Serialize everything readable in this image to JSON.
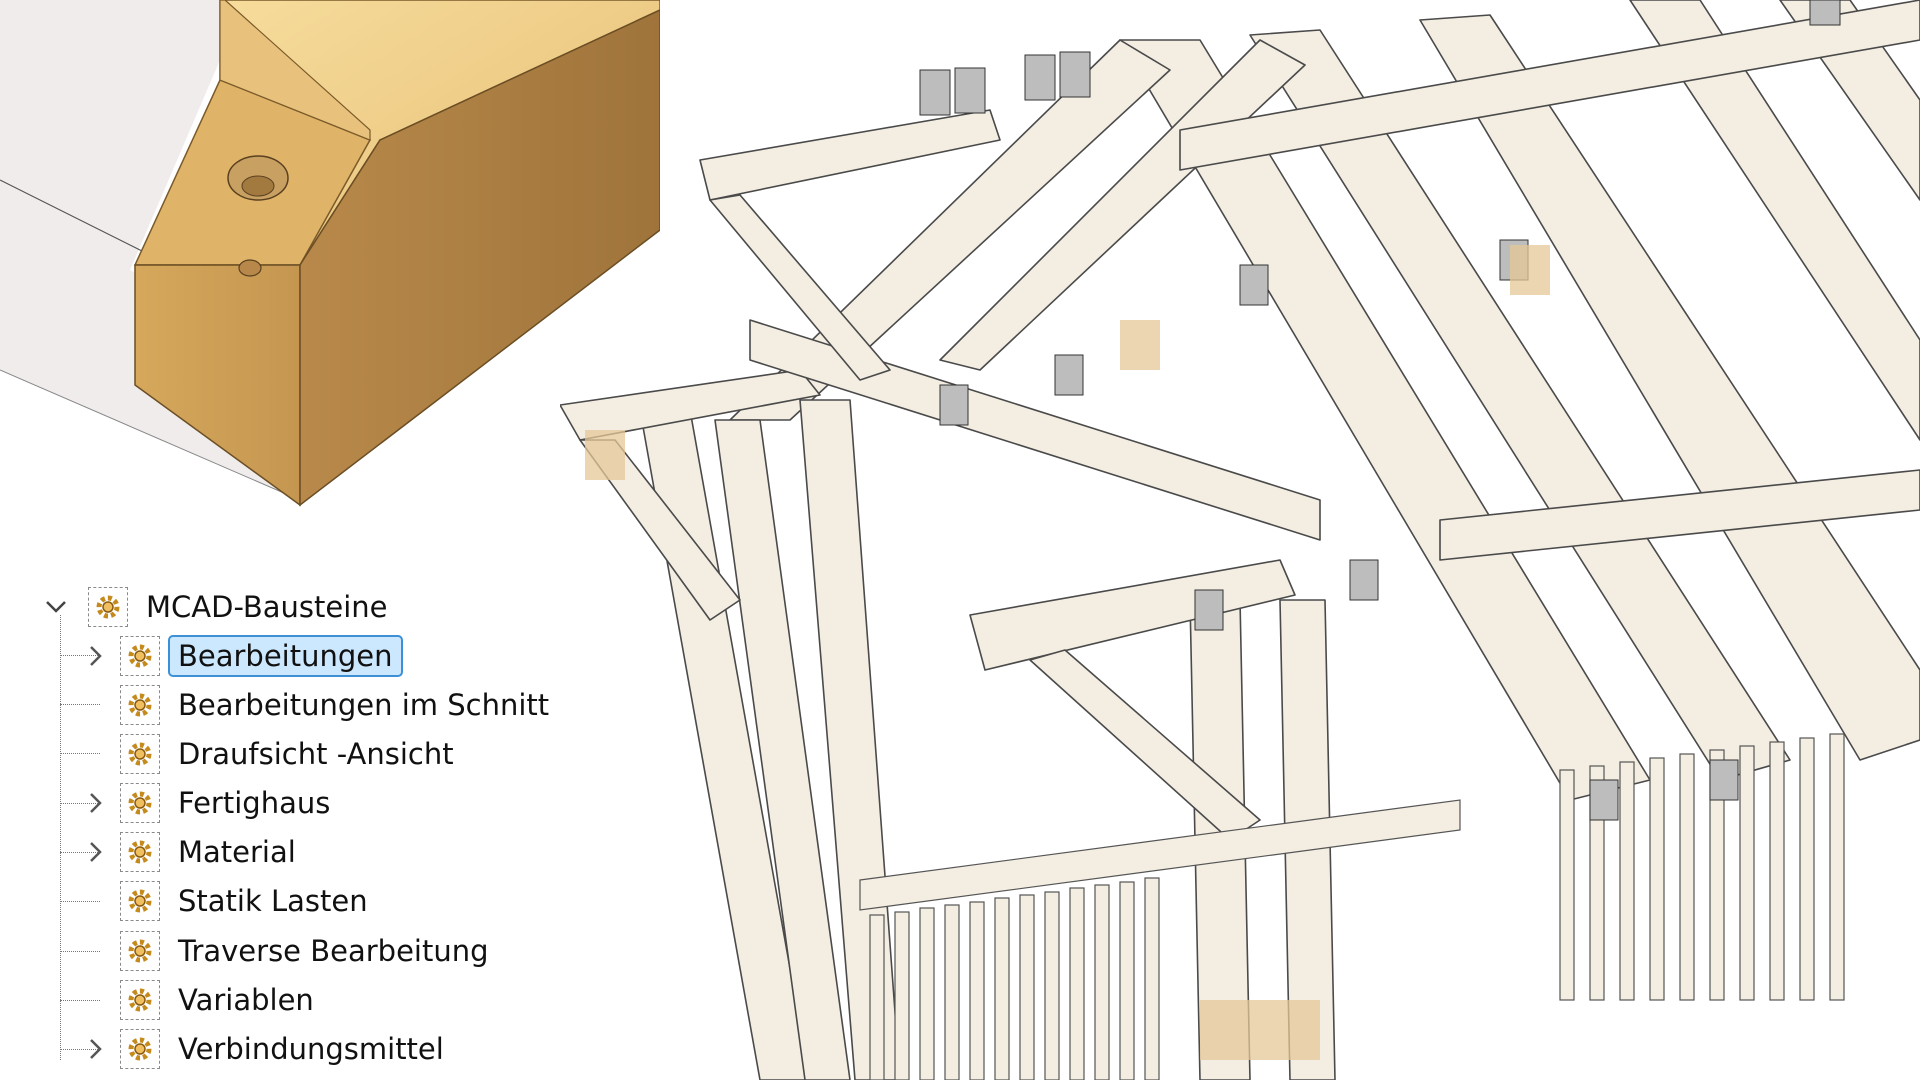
{
  "tree": {
    "root": {
      "label": "MCAD-Bausteine",
      "icon": "gear-icon",
      "expanded": true
    },
    "children": [
      {
        "label": "Bearbeitungen",
        "icon": "gear-icon",
        "has_children": true,
        "selected": true
      },
      {
        "label": "Bearbeitungen im Schnitt",
        "icon": "gear-icon",
        "has_children": false
      },
      {
        "label": "Draufsicht -Ansicht",
        "icon": "gear-icon",
        "has_children": false
      },
      {
        "label": "Fertighaus",
        "icon": "gear-icon",
        "has_children": true
      },
      {
        "label": "Material",
        "icon": "gear-icon",
        "has_children": true
      },
      {
        "label": "Statik Lasten",
        "icon": "gear-icon",
        "has_children": false
      },
      {
        "label": "Traverse Bearbeitung",
        "icon": "gear-icon",
        "has_children": false
      },
      {
        "label": "Variablen",
        "icon": "gear-icon",
        "has_children": false
      },
      {
        "label": "Verbindungsmittel",
        "icon": "gear-icon",
        "has_children": true
      }
    ]
  },
  "colors": {
    "wood_light": "#f3d28c",
    "wood_mid": "#d9ad62",
    "wood_dark": "#b48845",
    "frame_fill": "#f3ede2",
    "frame_stroke": "#4a4a4a",
    "selection": "#cce8ff",
    "selection_border": "#3d8fd6",
    "gear": "#c58a1c"
  }
}
